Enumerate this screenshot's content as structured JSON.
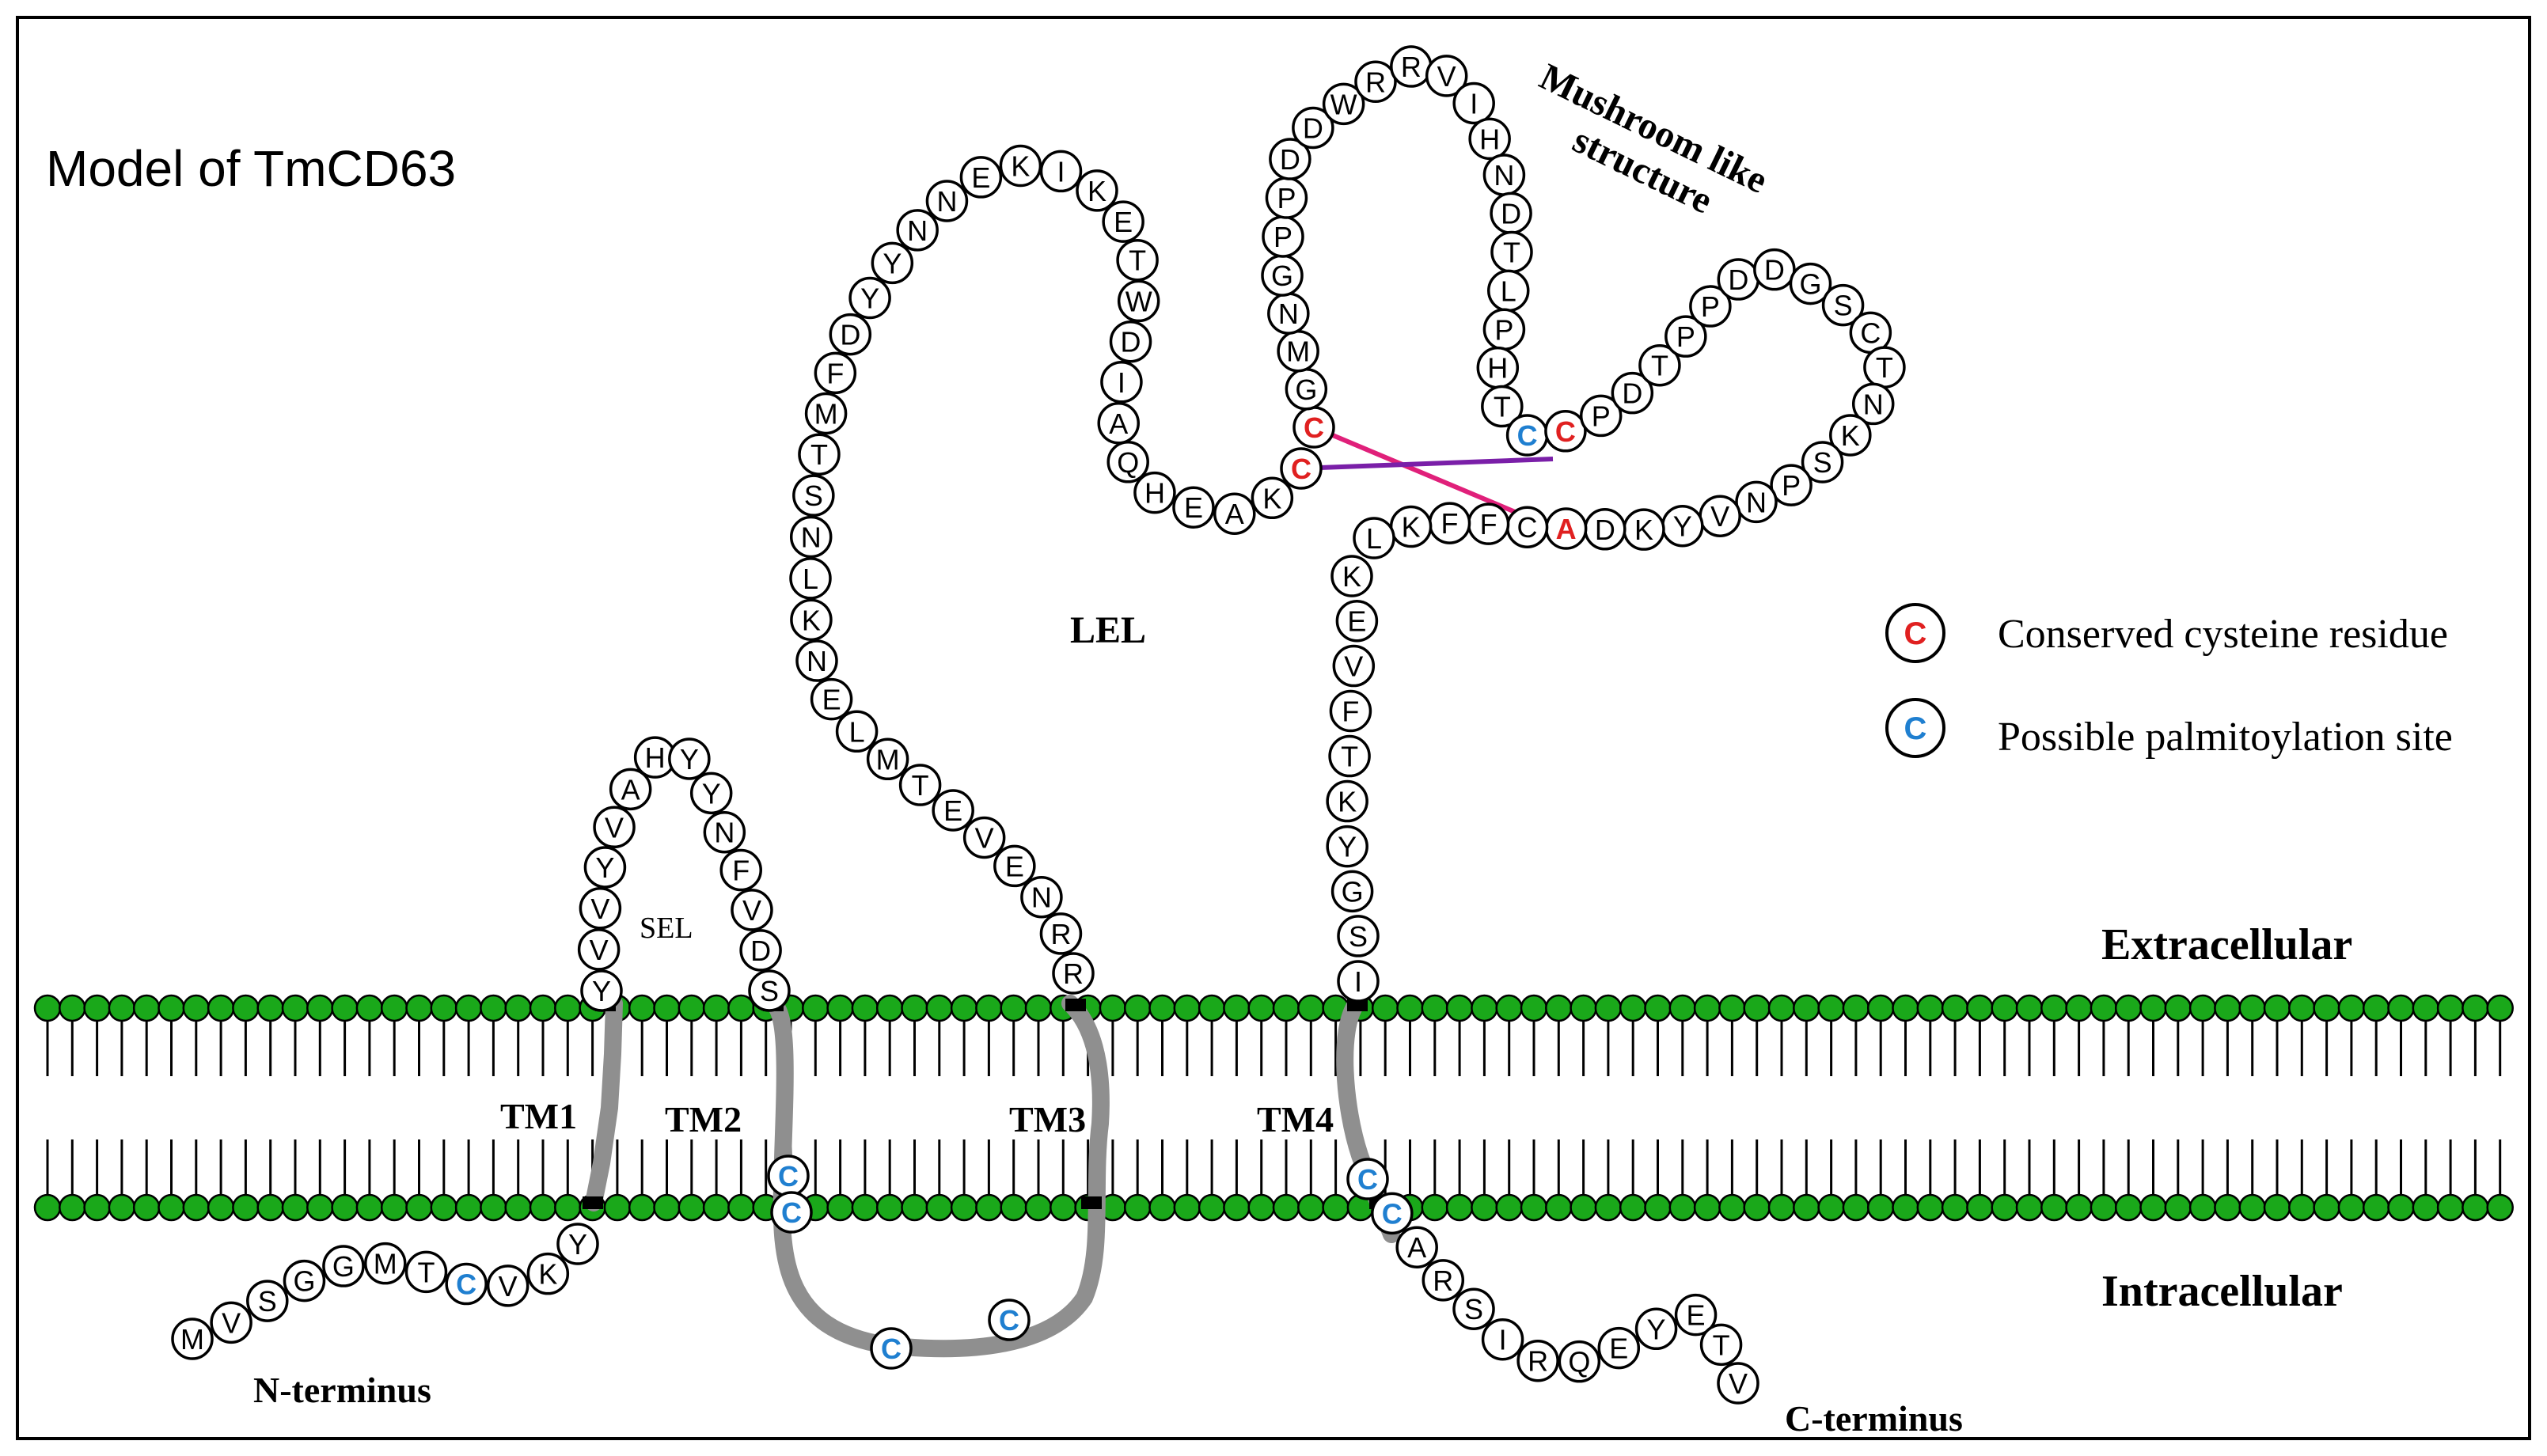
{
  "title": "Model of TmCD63",
  "labels": {
    "extracellular": "Extracellular",
    "intracellular": "Intracellular",
    "n_terminus": "N-terminus",
    "c_terminus": "C-terminus",
    "sel": "SEL",
    "lel": "LEL",
    "mushroom_line1": "Mushroom like",
    "mushroom_line2": "structure",
    "tm1": "TM1",
    "tm2": "TM2",
    "tm3": "TM3",
    "tm4": "TM4"
  },
  "legend": {
    "conserved_symbol": "C",
    "conserved_label": "Conserved cysteine residue",
    "palm_symbol": "C",
    "palm_label": "Possible palmitoylation site"
  },
  "colors": {
    "lipid_head": "#1aa81a",
    "helix": "#8f8f8f",
    "conserved": "#e02020",
    "palmitoylation": "#1f7fd0",
    "disulfide_1": "#e0207a",
    "disulfide_2": "#7a1fa8"
  },
  "sequence_segments": {
    "n_tail": "MVSGGMTCVKY",
    "sel": "YVVYVAHYYNFVDS",
    "lel_left": "RRNEVETMLENKLNSTMFDYYNNEKIKETWDIAQHEAKC",
    "lel_mushroom": "CGMNGPPDDWRRVIHNDTLPHTCCPDTPPDDGSCTNKSPNVYKDACFFKL",
    "lel_right": "KEVFTKYGSI",
    "c_tail": "CCARSIRQEYETV",
    "intracellular_loop": "CCCC"
  }
}
